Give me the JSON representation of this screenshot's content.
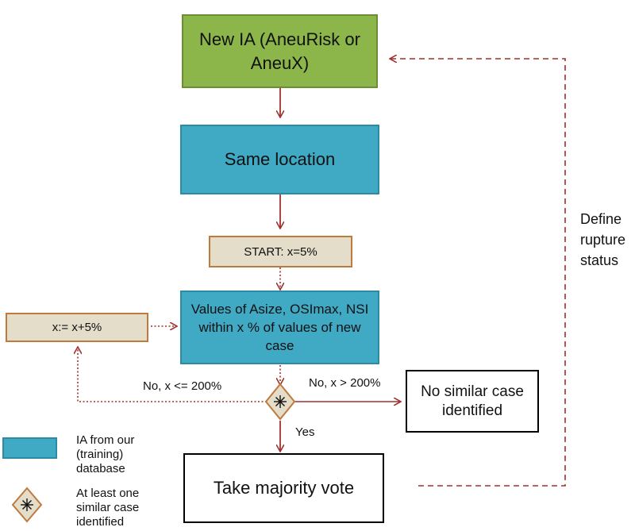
{
  "nodes": {
    "new_ia": "New IA (AneuRisk or AneuX)",
    "same_location": "Same location",
    "start": "START: x=5%",
    "values": "Values of Asize, OSImax, NSI within x % of values of new case",
    "increment": "x:= x+5%",
    "no_similar": "No similar case identified",
    "majority_vote": "Take majority vote"
  },
  "edge_labels": {
    "no_le": "No, x <= 200%",
    "no_gt": "No, x > 200%",
    "yes": "Yes",
    "define_line1": "Define",
    "define_line2": "rupture",
    "define_line3": "status"
  },
  "legend": {
    "ia_line1": "IA from our",
    "ia_line2": "(training)",
    "ia_line3": "database",
    "similar_line1": "At least one",
    "similar_line2": "similar case",
    "similar_line3": "identified"
  },
  "colors": {
    "green": "#8cb64a",
    "blue": "#40a9c4",
    "beige": "#e3ddc9",
    "arrow": "#a0312f"
  }
}
